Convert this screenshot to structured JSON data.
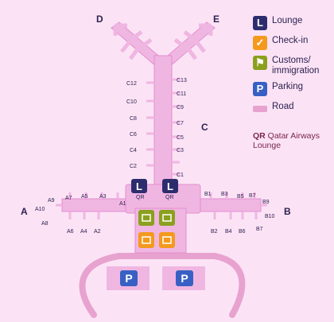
{
  "map": {
    "concourses": {
      "D": "D",
      "E": "E",
      "C": "C",
      "A": "A",
      "B": "B"
    },
    "gates_c_left": [
      "C12",
      "C10",
      "C8",
      "C6",
      "C4",
      "C2"
    ],
    "gates_c_right": [
      "C13",
      "C11",
      "C9",
      "C7",
      "C5",
      "C3",
      "C1"
    ],
    "gates_a_top": [
      "A9",
      "A7",
      "A5",
      "A3",
      "A1"
    ],
    "gates_a_bottom": [
      "A8",
      "A6",
      "A4",
      "A2"
    ],
    "gate_a_end": "A10",
    "gates_b_top": [
      "B1",
      "B3",
      "B5",
      "B7",
      "B9"
    ],
    "gates_b_bottom": [
      "B2",
      "B4",
      "B6",
      "B7"
    ],
    "gate_b_end": "B10",
    "lounge_labels": [
      "QR",
      "QR"
    ],
    "parking_labels": [
      "P",
      "P"
    ]
  },
  "legend": {
    "items": [
      {
        "key": "lounge",
        "glyph": "L",
        "label": "Lounge",
        "color": "#2d2d6e"
      },
      {
        "key": "checkin",
        "glyph": "✓",
        "label": "Check-in",
        "color": "#f39a1e"
      },
      {
        "key": "customs",
        "glyph": "⚑",
        "label": "Customs/ immigration",
        "color": "#8aa01e"
      },
      {
        "key": "parking",
        "glyph": "P",
        "label": "Parking",
        "color": "#3860c4"
      },
      {
        "key": "road",
        "glyph": "",
        "label": "Road",
        "color": "#e8a2cf"
      }
    ],
    "qr_prefix": "QR",
    "qr_text": "Qatar Airways Lounge"
  },
  "colors": {
    "terminal": "#f0b6e2",
    "terminal_edge": "#e28fcf",
    "label": "#2d2152"
  }
}
